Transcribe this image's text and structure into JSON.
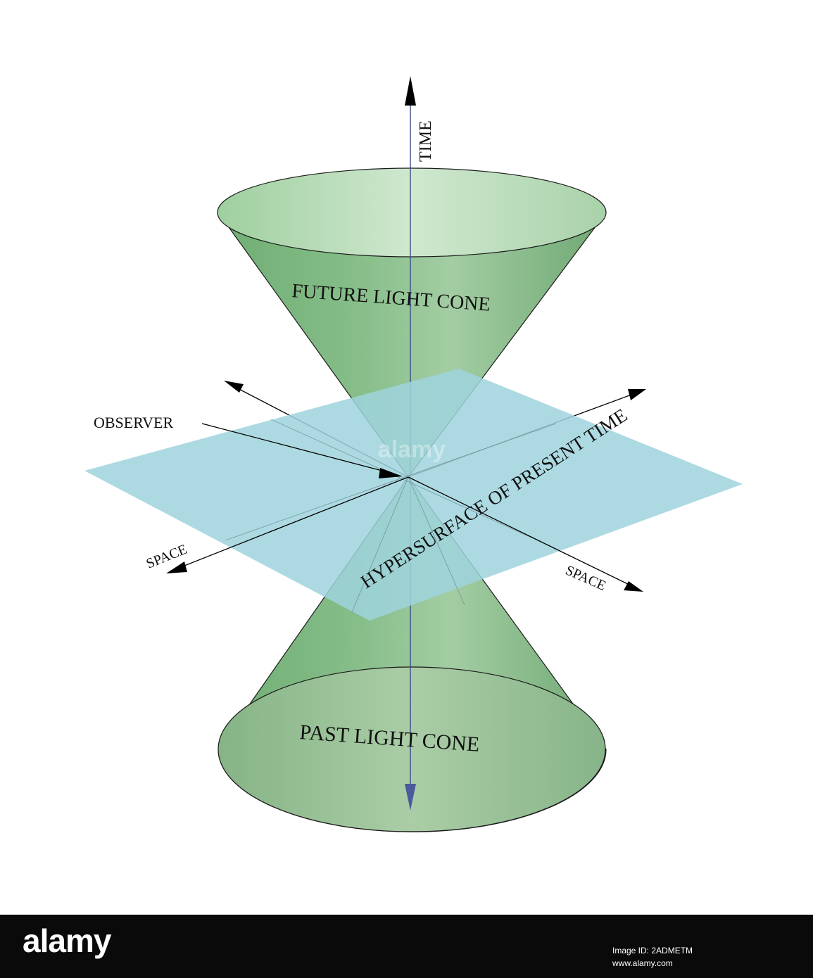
{
  "diagram": {
    "labels": {
      "time": "TIME",
      "future_cone": "FUTURE LIGHT CONE",
      "past_cone": "PAST LIGHT CONE",
      "observer": "OBSERVER",
      "space_left": "SPACE",
      "space_right": "SPACE",
      "hypersurface": "HYPERSURFACE OF PRESENT TIME"
    },
    "colors": {
      "cone_fill": "#8bbf8b",
      "cone_rim_fill": "#c9e4c9",
      "plane_fill": "#9fd3dd",
      "axis": "#3b4a86",
      "arrow": "#000000"
    }
  },
  "footer": {
    "logo": "alamy",
    "image_id": "Image ID: 2ADMETM",
    "url": "www.alamy.com"
  },
  "watermark": {
    "text": "alamy"
  }
}
